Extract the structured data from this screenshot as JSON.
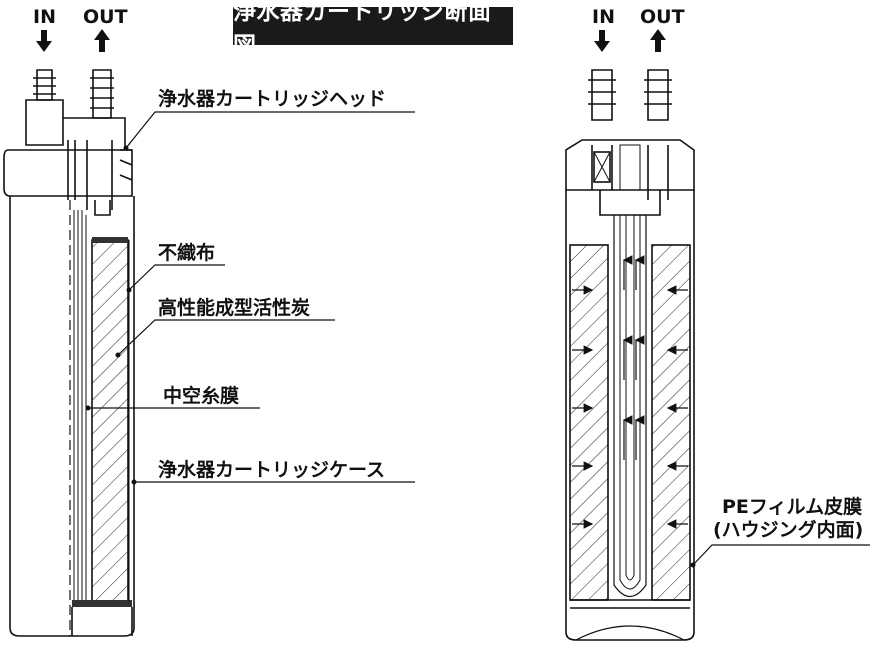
{
  "title": "浄水器カートリッジ断面図",
  "left_diagram": {
    "in_label": "IN",
    "out_label": "OUT",
    "callouts": {
      "head": "浄水器カートリッジヘッド",
      "nonwoven": "不織布",
      "carbon": "高性能成型活性炭",
      "membrane": "中空糸膜",
      "case": "浄水器カートリッジケース"
    }
  },
  "right_diagram": {
    "in_label": "IN",
    "out_label": "OUT",
    "callout_line1": "PEフィルム皮膜",
    "callout_line2": "(ハウジング内面)"
  }
}
